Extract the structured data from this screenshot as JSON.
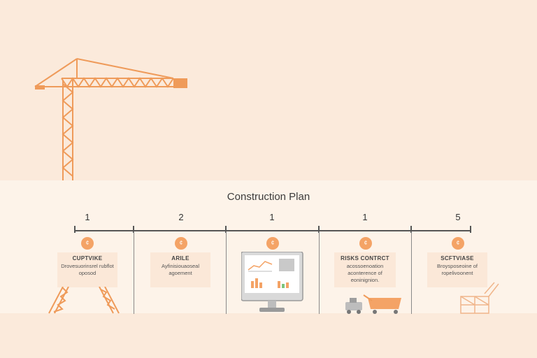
{
  "title": "Construction Plan",
  "colors": {
    "accent": "#f4a366",
    "crane": "#ef9b5a",
    "background": "#fdf3e9",
    "timeline": "#555555"
  },
  "steps": [
    {
      "number": "1",
      "title": "CUPTVIKE",
      "text": "Drovesuorinsrel rubflot oposod"
    },
    {
      "number": "2",
      "title": "ARILE",
      "text": "Ayfinisiouaoseal agoement"
    },
    {
      "number": "1",
      "title": "",
      "text": ""
    },
    {
      "number": "1",
      "title": "RISKS CONTRCT",
      "text": "acossoenoation aconterence of eoninignion."
    },
    {
      "number": "5",
      "title": "SCFTVIASE",
      "text": "Broysposeoine of ropelivoonent"
    }
  ],
  "icons": [
    "crane-icon",
    "monitor-chart-icon",
    "truck-icon",
    "scaffold-crane-icon"
  ]
}
